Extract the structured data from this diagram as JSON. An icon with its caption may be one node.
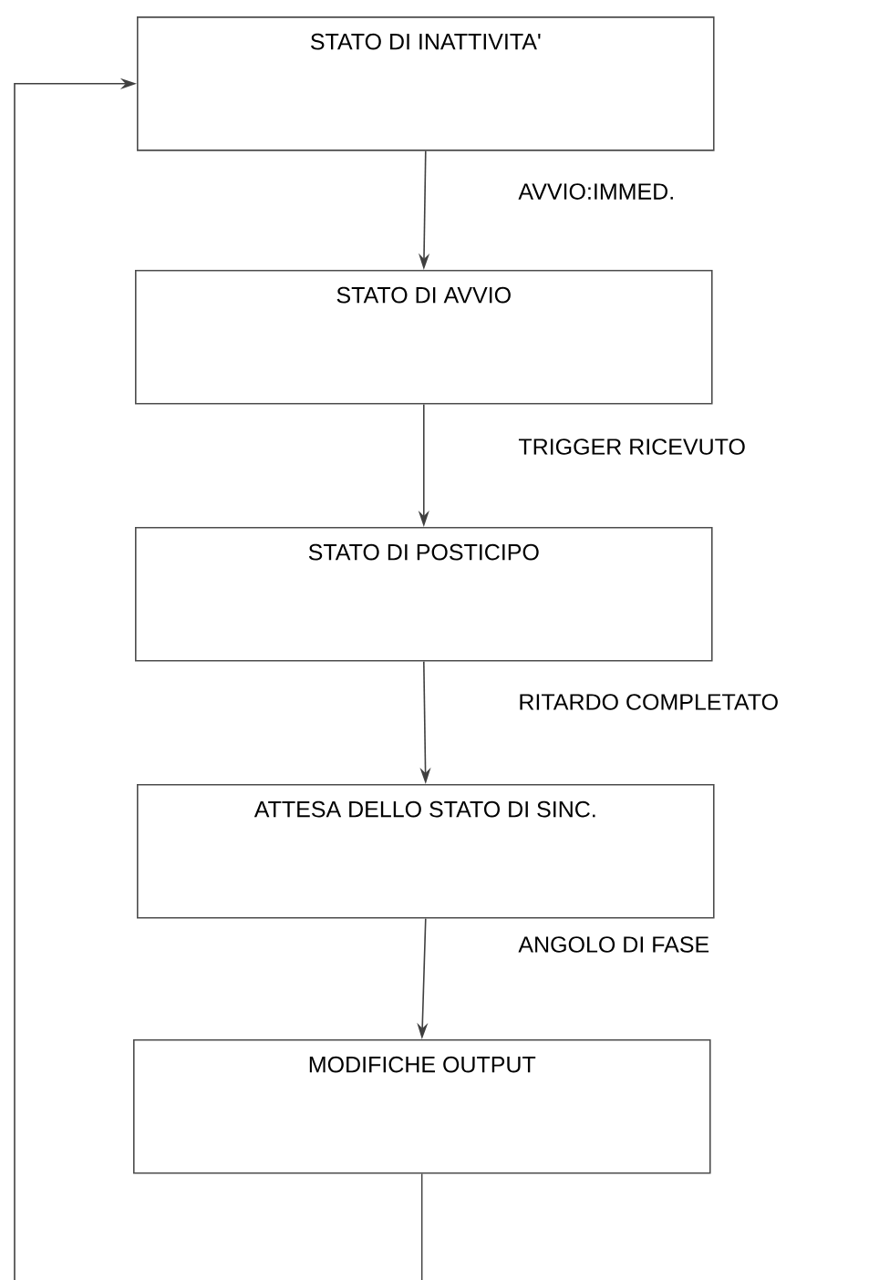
{
  "diagram": {
    "nodes": [
      {
        "text": [
          "STATO DI INATTIVITA'"
        ]
      },
      {
        "text": [
          "STATO DI AVVIO"
        ]
      },
      {
        "text": [
          "STATO DI POSTICIPO"
        ]
      },
      {
        "text": [
          "ATTESA DELLO STATO DI SINC."
        ]
      },
      {
        "text": [
          "MODIFICHE OUTPUT"
        ]
      }
    ],
    "edges": [
      {
        "from": 0,
        "to": 1,
        "arrow": "to",
        "label": "AVVIO:IMMED."
      },
      {
        "from": 1,
        "to": 2,
        "arrow": "to",
        "label": "TRIGGER RICEVUTO"
      },
      {
        "from": 2,
        "to": 3,
        "arrow": "to",
        "label": "RITARDO COMPLETATO"
      },
      {
        "from": 3,
        "to": 4,
        "arrow": "to",
        "label": "ANGOLO DI FASE"
      },
      {
        "from": 4,
        "to": null,
        "arrow": "none"
      },
      {
        "from": null,
        "to": 0,
        "arrow": "to"
      }
    ]
  }
}
